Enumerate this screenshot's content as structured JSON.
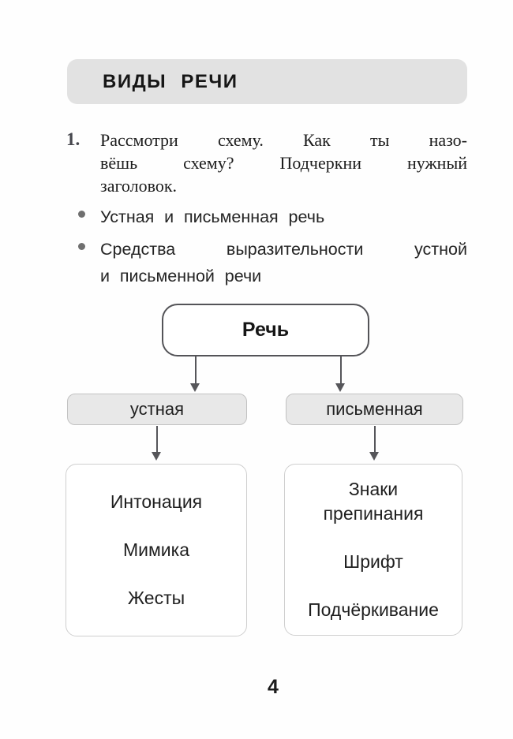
{
  "colors": {
    "header_bg": "#e2e2e2",
    "text": "#1c1c1c",
    "task_number": "#46474d",
    "bullet_dot": "#6f6f6f",
    "arrow": "#56565a",
    "root_border": "#545458",
    "branch_bg": "#e8e8e8",
    "branch_border": "#c2c2c2",
    "leaf_border": "#cfcfcf"
  },
  "header": {
    "title": "ВИДЫ РЕЧИ"
  },
  "task": {
    "number": "1.",
    "text_lines": [
      "Рассмотри схему. Как ты назо-",
      "вёшь схему? Подчеркни нужный",
      "заголовок."
    ],
    "options": [
      {
        "lines": [
          "Устная и письменная речь"
        ]
      },
      {
        "lines": [
          "Средства выразительности устной",
          "и письменной речи"
        ]
      }
    ]
  },
  "diagram": {
    "root_label": "Речь",
    "branches": [
      {
        "label": "устная",
        "items": [
          "Интонация",
          "Мимика",
          "Жесты"
        ]
      },
      {
        "label": "письменная",
        "items": [
          "Знаки препинания",
          "Шрифт",
          "Подчёркивание"
        ]
      }
    ]
  },
  "footer": {
    "page_number": "4"
  }
}
